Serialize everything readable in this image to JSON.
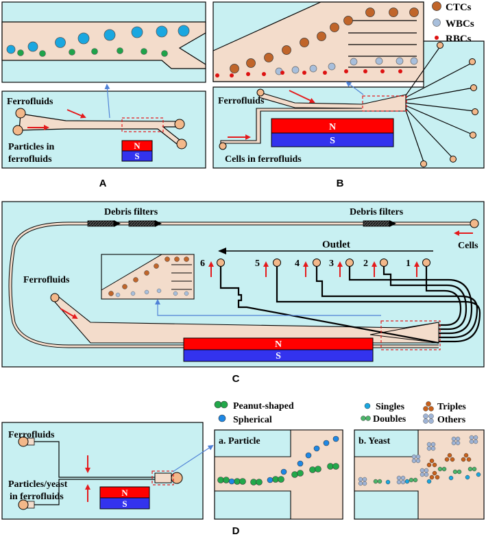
{
  "colors": {
    "background_panel": "#c8f0f2",
    "channel_fill": "#f3dccb",
    "magnet_north": "#ff0000",
    "magnet_south": "#3333ee",
    "ctc": "#c0652a",
    "wbc": "#a8bfdc",
    "rbc": "#dd1111",
    "large_particle": "#1aa7e0",
    "small_particle": "#1fa34a",
    "peanut": "#22a84a",
    "spherical": "#1e88e5",
    "triples": "#c8601a",
    "others": "#9fb4d6",
    "arrow_red": "#e41a1c",
    "zoom_line": "#4f81d6"
  },
  "panel_a": {
    "caption": "A",
    "ferrofluids": "Ferrofluids",
    "particles_line1": "Particles in",
    "particles_line2": "ferrofluids",
    "magnet_n": "N",
    "magnet_s": "S"
  },
  "panel_b": {
    "caption": "B",
    "ferrofluids": "Ferrofluids",
    "cells": "Cells in ferrofluids",
    "magnet_n": "N",
    "magnet_s": "S",
    "legend": [
      {
        "label": "CTCs",
        "icon": "large-brown-dot"
      },
      {
        "label": "WBCs",
        "icon": "gray-blue-dot"
      },
      {
        "label": "RBCs",
        "icon": "small-red-dot"
      }
    ]
  },
  "panel_c": {
    "caption": "C",
    "debris_filters_left": "Debris filters",
    "debris_filters_right": "Debris filters",
    "cells": "Cells",
    "outlet": "Outlet",
    "ferrofluids": "Ferrofluids",
    "outlet_numbers": [
      "6",
      "5",
      "4",
      "3",
      "2",
      "1"
    ],
    "magnet_n": "N",
    "magnet_s": "S"
  },
  "panel_d": {
    "caption": "D",
    "ferrofluids": "Ferrofluids",
    "particles_line1": "Particles/yeast",
    "particles_line2": "in ferrofluids",
    "magnet_n": "N",
    "magnet_s": "S",
    "legend_particle": [
      {
        "label": "Peanut-shaped",
        "icon": "green-double-dot"
      },
      {
        "label": "Spherical",
        "icon": "blue-dot"
      }
    ],
    "legend_yeast": [
      {
        "label": "Singles",
        "icon": "single-cell"
      },
      {
        "label": "Doubles",
        "icon": "double-cell"
      },
      {
        "label": "Triples",
        "icon": "triple-cell"
      },
      {
        "label": "Others",
        "icon": "cluster-cell"
      }
    ],
    "inset_particle": "a. Particle",
    "inset_yeast": "b. Yeast"
  }
}
